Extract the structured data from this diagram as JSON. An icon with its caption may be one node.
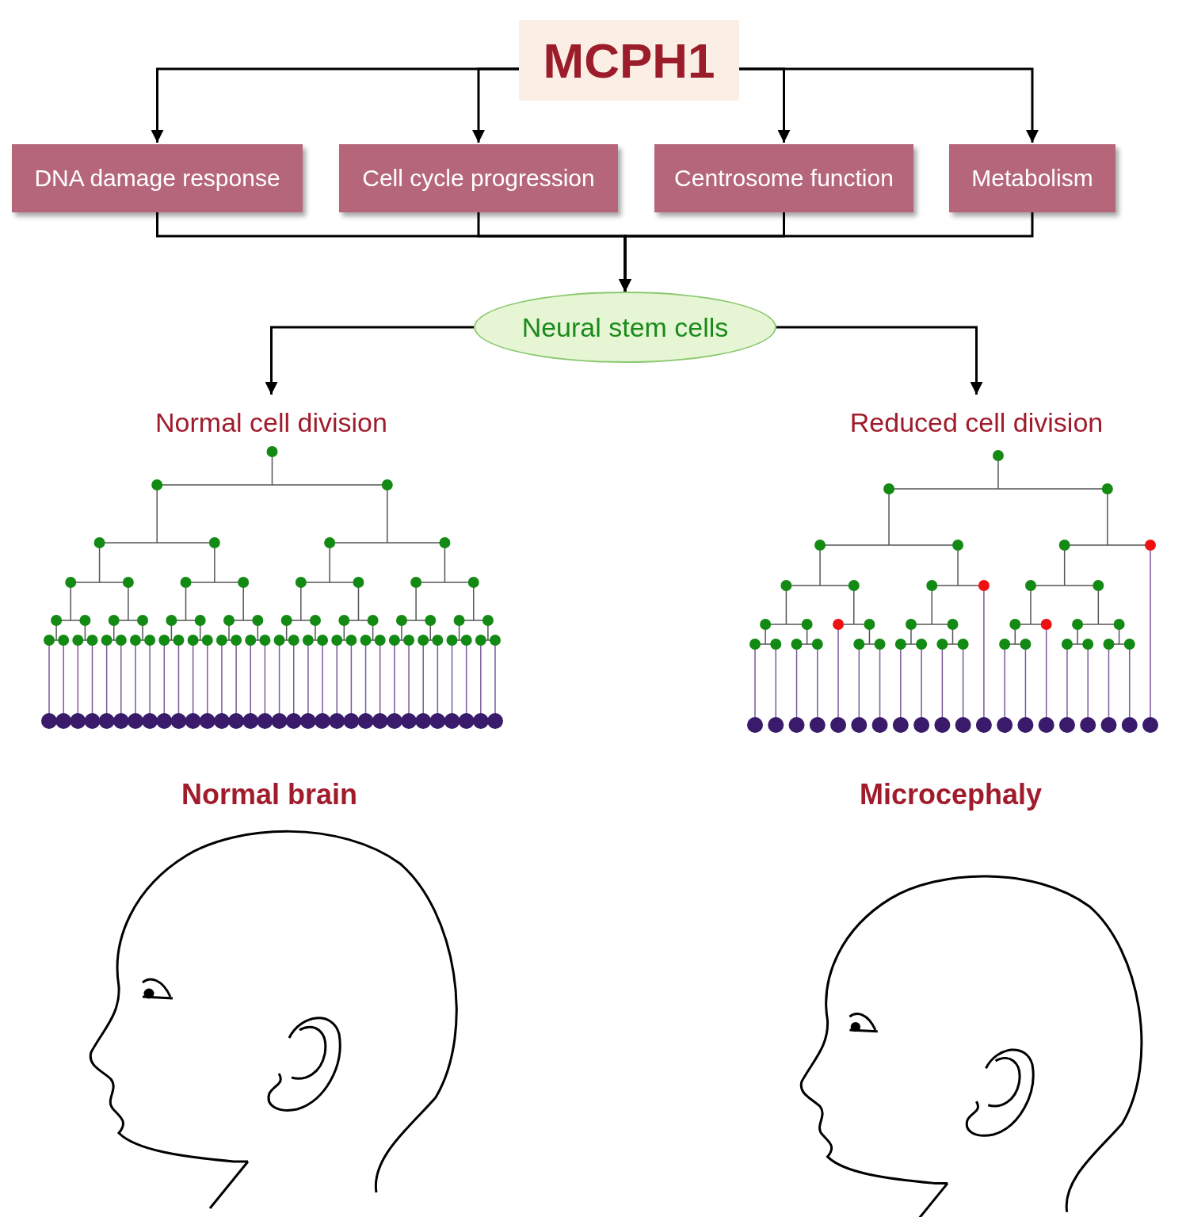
{
  "diagram": {
    "nodes": [
      {
        "text": [
          "MCPH1"
        ]
      },
      {
        "text": [
          "DNA damage response"
        ]
      },
      {
        "text": [
          "Cell cycle progression"
        ]
      },
      {
        "text": [
          "Centrosome function"
        ]
      },
      {
        "text": [
          "Metabolism"
        ]
      },
      {
        "text": [
          "Neural stem cells"
        ]
      },
      {
        "text": [
          "Normal cell division"
        ]
      },
      {
        "text": [
          "Reduced cell division"
        ]
      }
    ],
    "edges": [
      {
        "from": 0,
        "to": 1,
        "arrow": "to"
      },
      {
        "from": 0,
        "to": 2,
        "arrow": "to"
      },
      {
        "from": 0,
        "to": 3,
        "arrow": "to"
      },
      {
        "from": 0,
        "to": 4,
        "arrow": "to"
      },
      {
        "from": 1,
        "to": 5,
        "arrow": "to"
      },
      {
        "from": 2,
        "to": 5,
        "arrow": "to"
      },
      {
        "from": 3,
        "to": 5,
        "arrow": "to"
      },
      {
        "from": 4,
        "to": 5,
        "arrow": "to"
      },
      {
        "from": 5,
        "to": 6,
        "arrow": "to"
      },
      {
        "from": 5,
        "to": 7,
        "arrow": "to"
      }
    ],
    "labels": [
      "Normal brain",
      "Microcephaly"
    ]
  }
}
